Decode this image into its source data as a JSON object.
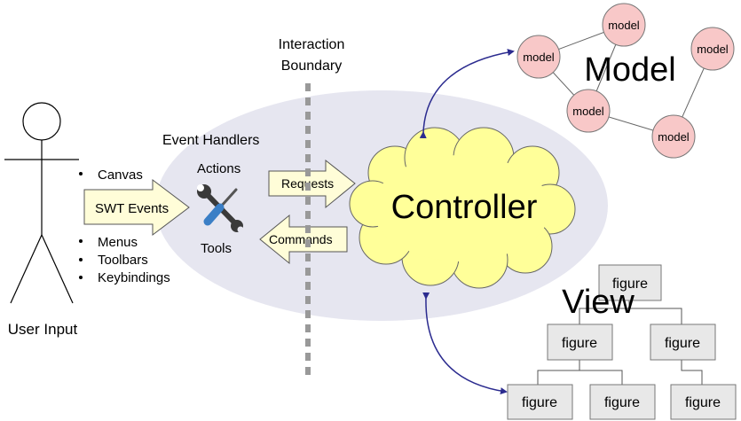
{
  "user": {
    "label": "User Input"
  },
  "boundary": {
    "label_line1": "Interaction",
    "label_line2": "Boundary"
  },
  "handlers": {
    "title": "Event Handlers",
    "actions": "Actions",
    "tools": "Tools",
    "tools_icon": "wrench-screwdriver-icon"
  },
  "input_sources": {
    "canvas": "Canvas",
    "menus": "Menus",
    "toolbars": "Toolbars",
    "keybindings": "Keybindings"
  },
  "arrows": {
    "swt_events": "SWT Events",
    "requests": "Requests",
    "commands": "Commands"
  },
  "controller": {
    "label": "Controller"
  },
  "model": {
    "title": "Model",
    "nodes": [
      "model",
      "model",
      "model",
      "model",
      "model"
    ]
  },
  "view": {
    "title": "View",
    "figures": [
      "figure",
      "figure",
      "figure",
      "figure",
      "figure",
      "figure"
    ]
  },
  "colors": {
    "ellipse": "#e6e6f0",
    "controller_cloud": "#ffff99",
    "arrow_fill": "#fffdd8",
    "model_node": "#f8c8c8",
    "figure_box": "#e8e8e8",
    "connector_arrow": "#2b2b8f",
    "wrench": "#3a3a3a",
    "screwdriver": "#3b7fc6"
  }
}
